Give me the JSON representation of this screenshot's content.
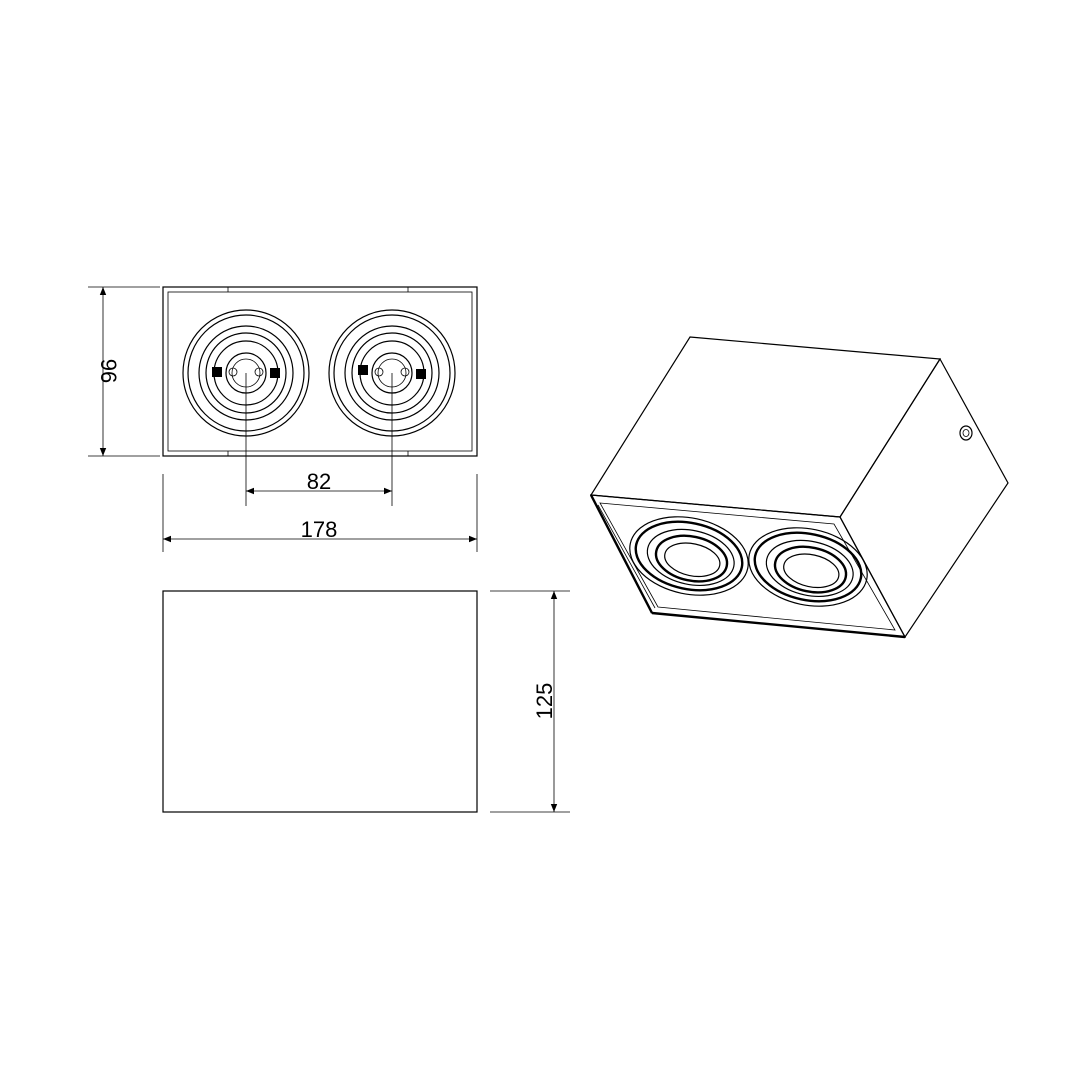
{
  "dimensions": {
    "width": "178",
    "height_top_view": "96",
    "lamp_spacing": "82",
    "depth": "125"
  }
}
